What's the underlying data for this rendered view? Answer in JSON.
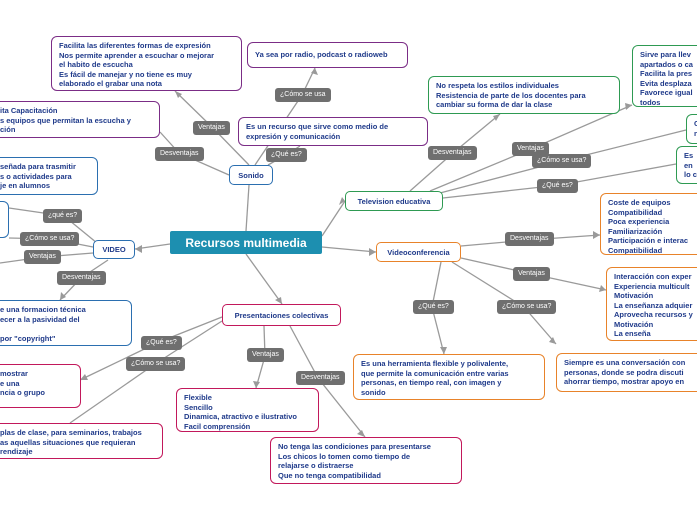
{
  "root": "Recursos multimedia",
  "nodes": {
    "sonido": "Sonido",
    "tv": "Television educativa",
    "video": "VIDEO",
    "videoconf": "Videoconferencia",
    "presentaciones": "Presentaciones colectivas"
  },
  "tags": {
    "sonido_ventajas": "Ventajas",
    "sonido_desventajas": "Desventajas",
    "sonido_como": "¿Cómo se usa",
    "sonido_que": "¿Qué es?",
    "tv_desventajas": "Desventajas",
    "tv_ventajas": "Ventajas",
    "tv_como": "¿Cómo se usa?",
    "tv_que": "¿Qué es?",
    "video_que": "¿qué es?",
    "video_como": "¿Cómo se usa?",
    "video_ventajas": "Ventajas",
    "video_desventajas": "Desventajas",
    "vc_desventajas": "Desventajas",
    "vc_ventajas": "Ventajas",
    "vc_que": "¿Qué es?",
    "vc_como": "¿Cómo se usa?",
    "pres_que": "¿Qué es?",
    "pres_como": "¿Cómo se usa?",
    "pres_ventajas": "Ventajas",
    "pres_desventajas": "Desventajas"
  },
  "texts": {
    "sonido_ventajas": "Facilita las diferentes formas de expresión\nNos permite aprender a escuchar o mejorar\nel habito de escucha\nEs fácil de manejar y no tiene es muy\nelaborado el grabar una nota",
    "sonido_como": "Ya sea por radio, podcast o radioweb",
    "sonido_que": "Es un recurso que sirve como medio de\nexpresión y comunicación",
    "sonido_desventajas": "ita Capacitación\ns equipos que permitan la escucha y\nción",
    "tv_desventajas": "No respeta los estilos individuales\nResistencia de parte de los docentes para\ncambiar su forma de dar la clase",
    "tv_ventajas": "Sirve para llev\napartados o ca\nFacilita la pres\nEvita desplaza\nFavorece igual\ntodos",
    "tv_como": "C\nn",
    "tv_que": "Es\nen\nlo c",
    "video_que": "señada para trasmitir\ns o actividades para\nje en alumnos",
    "video_desventajas": "e una formacion técnica\necer a la pasividad del\n\n por \"copyright\"",
    "vc_desventajas": "Coste de equipos\nCompatibilidad\nPoca experiencia\nFamiliarización\nParticipación e interac\nCompatibilidad",
    "vc_ventajas": "Interacción con exper\nExperiencia multicult\nMotivación\nLa enseñanza adquier\nAprovecha recursos y\nMotivación\nLa enseña",
    "vc_que": "Es una herramienta flexible y polivalente,\nque permite la comunicación entre varias\npersonas, en tiempo real, con imagen y\nsonido",
    "vc_como": "Siempre es una conversación con\npersonas, donde se podra discuti\nahorrar tiempo, mostrar apoyo en",
    "pres_que": "mostrar\ne una\nncia o grupo",
    "pres_como": "plas de clase, para seminarios, trabajos\nas aquellas situaciones que requieran\nrendizaje",
    "pres_ventajas": "Flexible\nSencillo\nDinamica, atractivo e ilustrativo\nFacil comprensión",
    "pres_desventajas": "No tenga las condiciones para presentarse\nLos chicos lo tomen como tiempo de\nrelajarse o distraerse\nQue no tenga compatibilidad"
  },
  "colors": {
    "root_bg": "#1d8fb0",
    "line": "#9a9a9a",
    "tag_bg": "#6f6f6f",
    "text": "#1f3a8a",
    "purple": "#7b2d86",
    "blue": "#2b6fb0",
    "green": "#2e9a52",
    "orange": "#e8832a",
    "pink": "#c2185b"
  }
}
